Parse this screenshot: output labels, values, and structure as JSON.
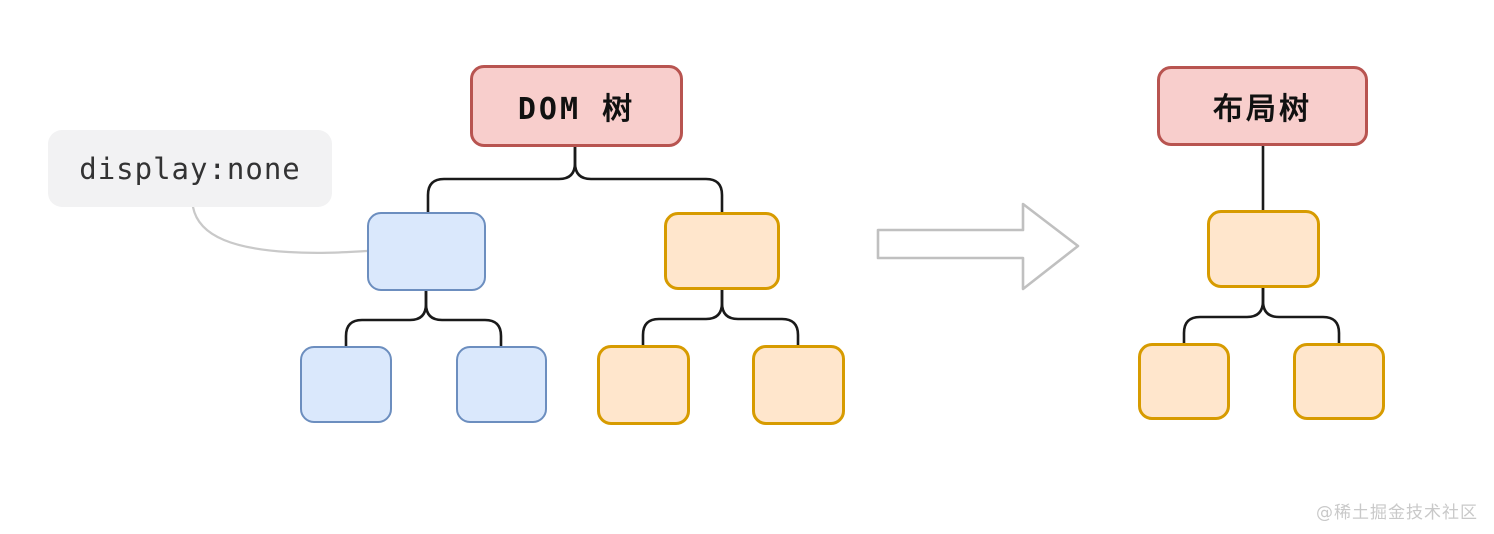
{
  "diagram": {
    "dom_tree": {
      "title": "DOM 树",
      "annotation": "display:none",
      "hidden_subtree_color": "blue",
      "visible_subtree_color": "orange",
      "nodes": [
        {
          "id": "blue-parent",
          "color": "blue",
          "children": 2
        },
        {
          "id": "orange-parent",
          "color": "orange",
          "children": 2
        }
      ]
    },
    "layout_tree": {
      "title": "布局树",
      "nodes": [
        {
          "id": "lt-parent",
          "color": "orange",
          "children": 2
        }
      ]
    },
    "arrow": {
      "direction": "right",
      "style": "outline"
    }
  },
  "watermark": "@稀土掘金技术社区",
  "colors": {
    "red_fill": "#f8cecc",
    "red_stroke": "#b85450",
    "blue_fill": "#dae8fc",
    "blue_stroke": "#6c8ebf",
    "orange_fill": "#ffe6cc",
    "orange_stroke": "#d79b00",
    "label_bg": "#f2f2f3",
    "connector_color": "#1a1a1a",
    "annotation_line_color": "#c9c9c9",
    "arrow_stroke": "#c0c0c0",
    "watermark_color": "#c9c9c9"
  }
}
